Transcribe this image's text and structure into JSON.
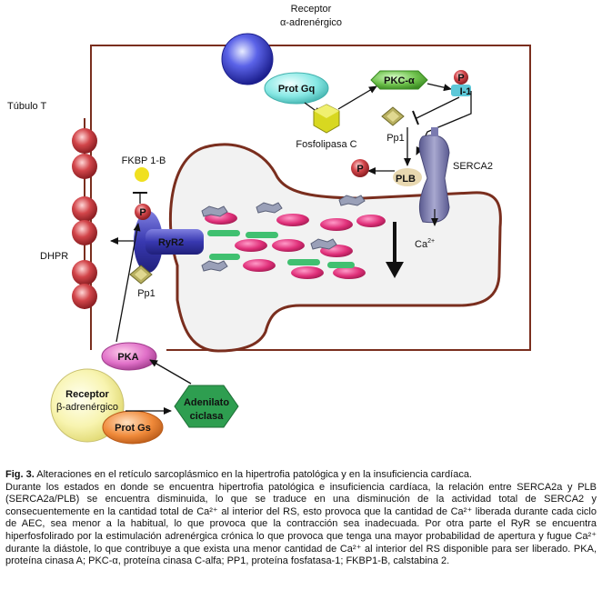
{
  "diagram": {
    "labels": {
      "receptor_alpha_line1": "Receptor",
      "receptor_alpha_line2": "α-adrenérgico",
      "prot_gq": "Prot Gq",
      "pkc_alpha": "PKC-α",
      "p": "P",
      "i1": "I-1",
      "fosfolipasa_c": "Fosfolipasa C",
      "pp1": "Pp1",
      "tubulo_t": "Túbulo T",
      "fkbp": "FKBP 1-B",
      "serca2": "SERCA2",
      "plb": "PLB",
      "ryr2": "RyR2",
      "ca": "Ca",
      "ca_sup": "2+",
      "dhpr": "DHPR",
      "pka": "PKA",
      "receptor_beta_line1": "Receptor",
      "receptor_beta_line2": "β-adrenérgico",
      "adenilato_line1": "Adenilato",
      "adenilato_line2": "ciclasa",
      "prot_gs": "Prot Gs"
    }
  },
  "caption": {
    "fig_number": "Fig. 3.",
    "title": " Alteraciones en el retículo sarcoplásmico en la hipertrofia patológica y en la insuficiencia cardíaca.",
    "body": "Durante los estados en donde se encuentra hipertrofia patológica e insuficiencia cardíaca, la relación entre SERCA2a y PLB (SERCA2a/PLB) se encuentra disminuida, lo que se traduce en una disminución de la actividad total de SERCA2 y consecuentemente en la cantidad total de Ca²⁺ al interior del RS, esto provoca que la cantidad de Ca²⁺ liberada durante cada ciclo de AEC, sea menor a la habitual, lo que provoca que la contracción sea inadecuada. Por otra parte el RyR se encuentra hiperfosfolirado por la estimulación adrenérgica crónica lo que provoca que tenga una mayor probabilidad de apertura y fugue Ca²⁺ durante la diástole, lo que contribuye a que exista una menor cantidad de Ca²⁺ al interior del RS disponible para ser liberado. PKA, proteína cinasa A; PKC-α, proteína cinasa C-alfa; PP1, proteína fosfatasa-1; FKBP1-B, calstabina 2."
  },
  "colors": {
    "membrane": "#7a2e1e",
    "sr_fill": "#f2f2f2",
    "receptor_alpha": "#3a3fd0",
    "prot_gq": "#86e8e4",
    "pkc": "#6cbf4a",
    "p_ball": "#d9464f",
    "i1": "#5ec8d8",
    "pp1": "#b8b060",
    "fosfolipasa": "#d8d820",
    "fkbp": "#f0e020",
    "serca": "#7a7ab0",
    "ryr": "#4a4ab8",
    "dhpr": "#c84040",
    "pka": "#e070c8",
    "receptor_beta": "#f4f0a0",
    "adenilato": "#2e9e50",
    "prot_gs": "#f08a3a",
    "pink_ellipse": "#e0307a",
    "green_bar": "#40c070",
    "gray_blob": "#9aa0b8"
  }
}
